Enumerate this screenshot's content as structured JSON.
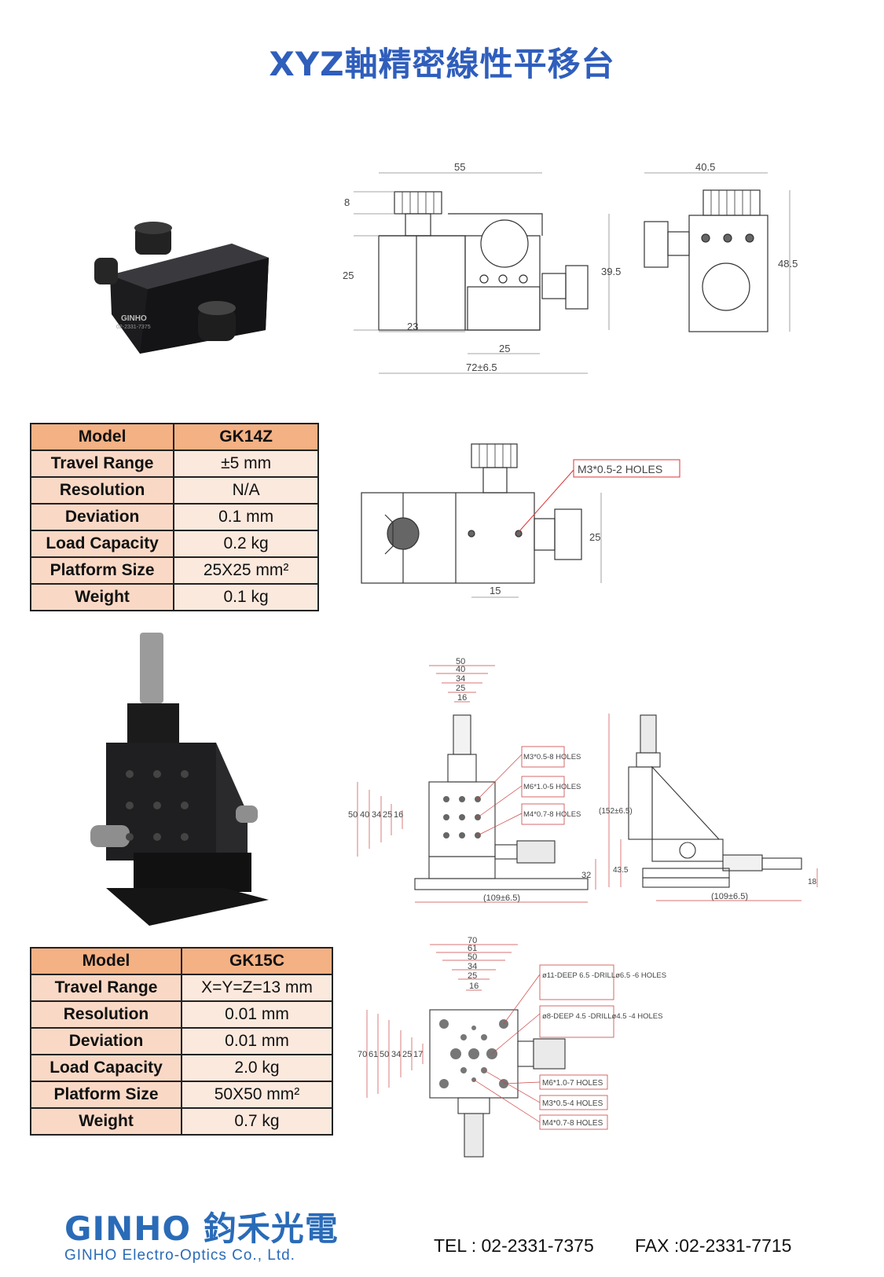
{
  "title": "XYZ軸精密線性平移台",
  "gk14z": {
    "photo": {
      "brand": "GINHO",
      "phone": "02-2331-7375"
    },
    "table": {
      "rows": [
        {
          "label": "Model",
          "value": "GK14Z"
        },
        {
          "label": "Travel Range",
          "value": "±5 mm"
        },
        {
          "label": "Resolution",
          "value": "N/A"
        },
        {
          "label": "Deviation",
          "value": "0.1 mm"
        },
        {
          "label": "Load Capacity",
          "value": "0.2 kg"
        },
        {
          "label": "Platform Size",
          "value": "25X25 mm²"
        },
        {
          "label": "Weight",
          "value": "0.1 kg"
        }
      ]
    },
    "drawing_front": {
      "dims": [
        "55",
        "8",
        "25",
        "39.5",
        "23",
        "25",
        "72±6.5"
      ]
    },
    "drawing_side": {
      "dims": [
        "40.5",
        "48.5"
      ]
    },
    "drawing_top": {
      "dims": [
        "25",
        "15"
      ],
      "note": "M3*0.5-2 HOLES"
    }
  },
  "gk15c": {
    "table": {
      "rows": [
        {
          "label": "Model",
          "value": "GK15C"
        },
        {
          "label": "Travel Range",
          "value": "X=Y=Z=13 mm"
        },
        {
          "label": "Resolution",
          "value": "0.01 mm"
        },
        {
          "label": "Deviation",
          "value": "0.01 mm"
        },
        {
          "label": "Load Capacity",
          "value": "2.0 kg"
        },
        {
          "label": "Platform Size",
          "value": "50X50 mm²"
        },
        {
          "label": "Weight",
          "value": "0.7 kg"
        }
      ]
    },
    "drawing_front": {
      "top_dims": [
        "50",
        "40",
        "34",
        "25",
        "16"
      ],
      "left_dims": [
        "50",
        "40",
        "34",
        "25",
        "16"
      ],
      "right_dim": "32",
      "bottom_dim": "(109±6.5)",
      "notes": [
        "M3*0.5-8 HOLES",
        "M6*1.0-5 HOLES",
        "M4*0.7-8 HOLES"
      ]
    },
    "drawing_side": {
      "dims": [
        "(152±6.5)",
        "43.5",
        "18",
        "(109±6.5)"
      ]
    },
    "drawing_top": {
      "top_dims": [
        "70",
        "61",
        "50",
        "34",
        "25",
        "16"
      ],
      "left_dims": [
        "70",
        "61",
        "50",
        "34",
        "25",
        "17"
      ],
      "notes": [
        "ø11-DEEP 6.5 -DRILLø6.5 -6 HOLES",
        "ø8-DEEP 4.5 -DRILLø4.5 -4 HOLES",
        "M6*1.0-7 HOLES",
        "M3*0.5-4 HOLES",
        "M4*0.7-8 HOLES"
      ]
    }
  },
  "footer": {
    "logo_latin": "GINHO",
    "logo_cjk": "鈞禾光電",
    "company": "GINHO Electro-Optics Co., Ltd.",
    "tel": "TEL : 02-2331-7375",
    "fax": "FAX :02-2331-7715"
  }
}
